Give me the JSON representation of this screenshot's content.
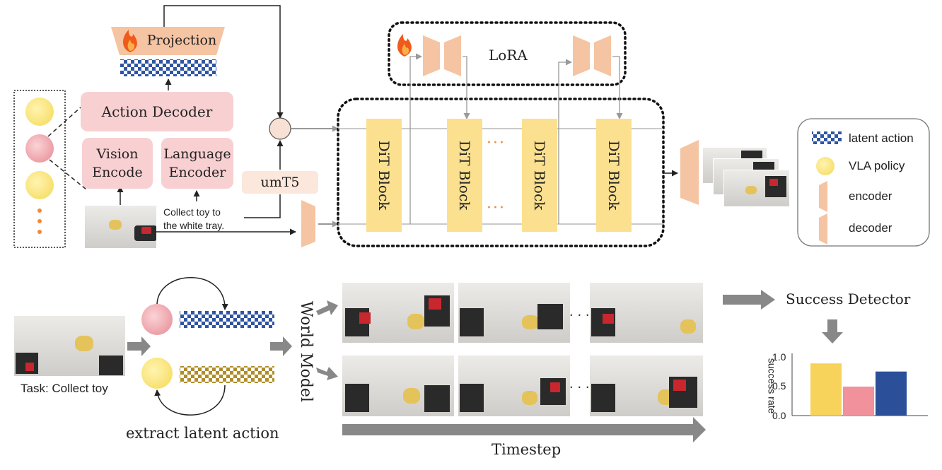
{
  "top": {
    "projection": "Projection",
    "action_decoder": "Action Decoder",
    "vision_encode": [
      "Vision",
      "Encode"
    ],
    "language_encoder": [
      "Language",
      "Encoder"
    ],
    "umt5": "umT5",
    "instruction": [
      "Collect toy to",
      "the white tray."
    ],
    "lora": "LoRA",
    "dit_blocks": [
      "DiT Block",
      "DiT Block",
      "DiT Block",
      "DiT Block"
    ],
    "ellipsis": "···"
  },
  "legend": {
    "items": [
      "latent action",
      "VLA policy",
      "encoder",
      "decoder"
    ]
  },
  "bottom": {
    "task": "Task: Collect toy",
    "extract": "extract latent action",
    "world_model": "World Model",
    "timestep": "Timestep",
    "ellipsis": "·  ·  ·",
    "success_detector": "Success Detector"
  },
  "colors": {
    "pink": "#f8d0d2",
    "yellow": "#fbe08f",
    "peach": "#f5c4a2",
    "blue_check": "#2f55a4",
    "gold_check": "#b08d2a",
    "arrow_gray": "#888888",
    "bar_yellow": "#f7d35b",
    "bar_pink": "#f0919c",
    "bar_blue": "#2c4f9a"
  },
  "chart_data": {
    "type": "bar",
    "categories": [
      "",
      "",
      ""
    ],
    "values": [
      0.9,
      0.5,
      0.76
    ],
    "colors": [
      "#f7d35b",
      "#f0919c",
      "#2c4f9a"
    ],
    "ylabel": "success rate",
    "yticks": [
      "1.0",
      "0.5",
      "0.0"
    ],
    "ylim": [
      0,
      1.0
    ]
  }
}
